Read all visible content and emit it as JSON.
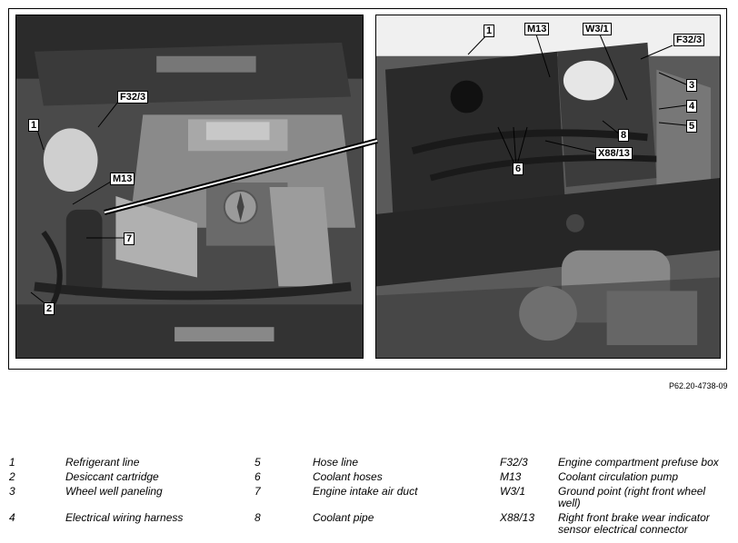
{
  "figure": {
    "reference_code": "P62.20-4738-09",
    "callouts_left": [
      "1",
      "F32/3",
      "M13",
      "7",
      "2"
    ],
    "callouts_right": [
      "1",
      "M13",
      "W3/1",
      "F32/3",
      "3",
      "4",
      "5",
      "8",
      "X88/13",
      "6"
    ]
  },
  "legend": [
    {
      "key": "1",
      "text": "Refrigerant line"
    },
    {
      "key": "2",
      "text": "Desiccant cartridge"
    },
    {
      "key": "3",
      "text": "Wheel well paneling"
    },
    {
      "key": "4",
      "text": "Electrical wiring harness"
    },
    {
      "key": "5",
      "text": "Hose line"
    },
    {
      "key": "6",
      "text": "Coolant hoses"
    },
    {
      "key": "7",
      "text": "Engine intake air duct"
    },
    {
      "key": "8",
      "text": "Coolant pipe"
    },
    {
      "key": "F32/3",
      "text": "Engine compartment prefuse box"
    },
    {
      "key": "M13",
      "text": "Coolant circulation pump"
    },
    {
      "key": "W3/1",
      "text": "Ground point (right front wheel well)"
    },
    {
      "key": "X88/13",
      "text": "Right front brake wear indicator sensor electrical connector"
    }
  ]
}
